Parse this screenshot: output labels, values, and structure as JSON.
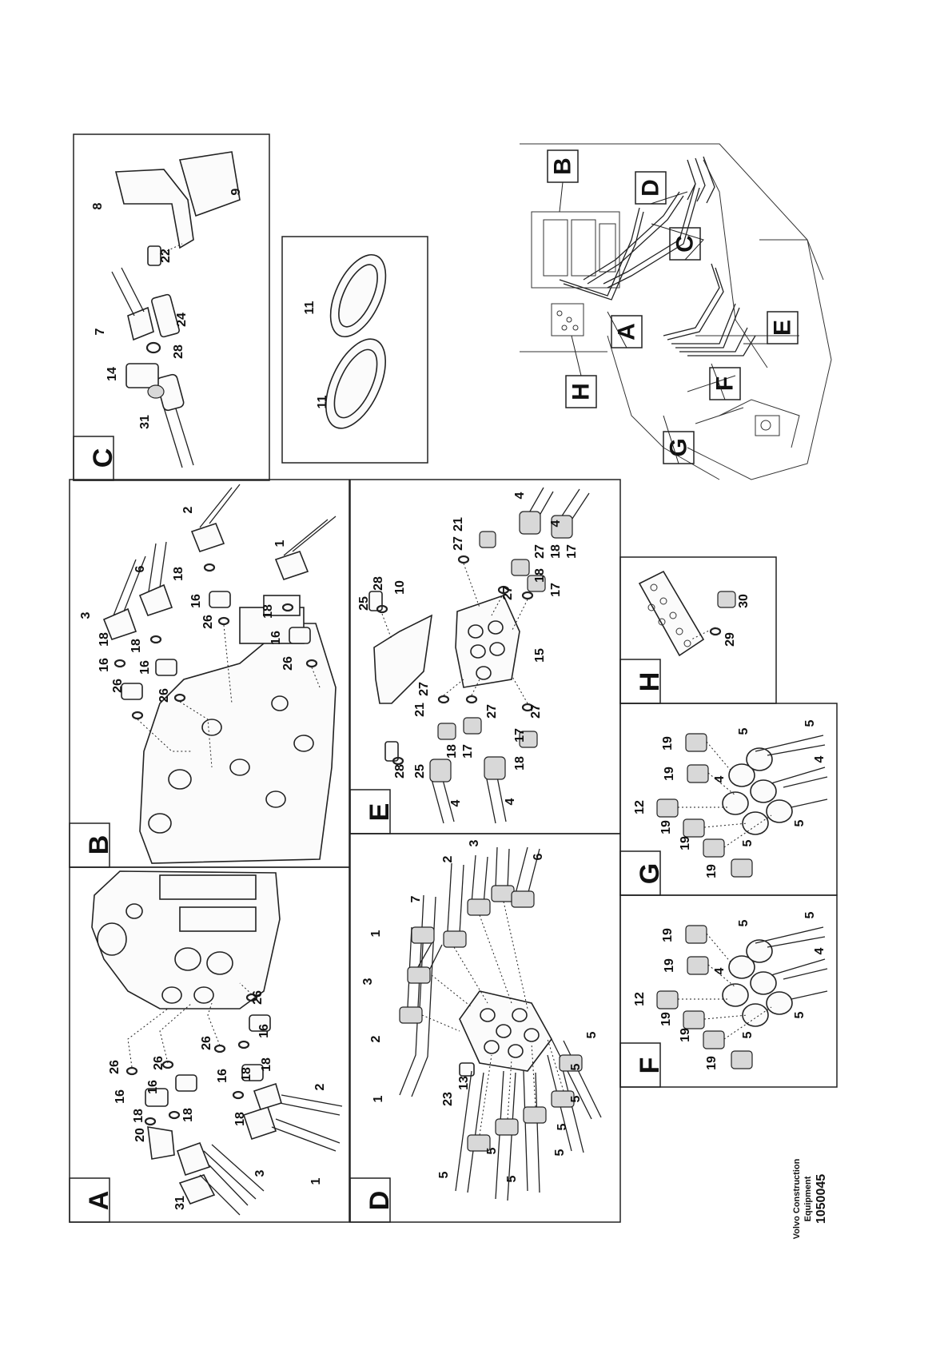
{
  "diagram": {
    "panels": {
      "A": {
        "letter": "A",
        "labels": [
          "31",
          "3",
          "20",
          "18",
          "16",
          "26",
          "18",
          "16",
          "26",
          "18",
          "16",
          "26",
          "18",
          "16",
          "26",
          "1",
          "2",
          "18"
        ]
      },
      "B": {
        "letter": "B",
        "labels": [
          "26",
          "16",
          "18",
          "3",
          "18",
          "16",
          "26",
          "6",
          "18",
          "16",
          "26",
          "2",
          "18",
          "16",
          "26",
          "1"
        ]
      },
      "C": {
        "letter": "C",
        "labels": [
          "31",
          "14",
          "7",
          "28",
          "24",
          "22",
          "8",
          "9"
        ]
      },
      "C2": {
        "labels": [
          "11",
          "11"
        ]
      },
      "D": {
        "letter": "D",
        "labels": [
          "1",
          "3",
          "2",
          "1",
          "23",
          "13",
          "7",
          "2",
          "3",
          "6",
          "5",
          "5",
          "5",
          "5",
          "5",
          "5",
          "5",
          "5"
        ]
      },
      "E": {
        "letter": "E",
        "labels": [
          "4",
          "4",
          "28",
          "25",
          "21",
          "18",
          "17",
          "27",
          "18",
          "17",
          "27",
          "27",
          "15",
          "25",
          "28",
          "10",
          "27",
          "21",
          "27",
          "18",
          "17",
          "27",
          "18",
          "17",
          "4",
          "4"
        ]
      },
      "F": {
        "letter": "F",
        "labels": [
          "19",
          "19",
          "19",
          "12",
          "19",
          "19",
          "4",
          "5",
          "5",
          "5",
          "4",
          "5"
        ]
      },
      "G": {
        "letter": "G",
        "labels": [
          "19",
          "19",
          "19",
          "12",
          "19",
          "19",
          "4",
          "5",
          "5",
          "5",
          "4",
          "5"
        ]
      },
      "H": {
        "letter": "H",
        "labels": [
          "29",
          "30"
        ]
      }
    },
    "overview_letters": [
      "B",
      "D",
      "C",
      "A",
      "E",
      "H",
      "F",
      "G"
    ],
    "caption": {
      "brand": "Volvo Construction",
      "brand2": "Equipment",
      "number": "1050045"
    }
  }
}
